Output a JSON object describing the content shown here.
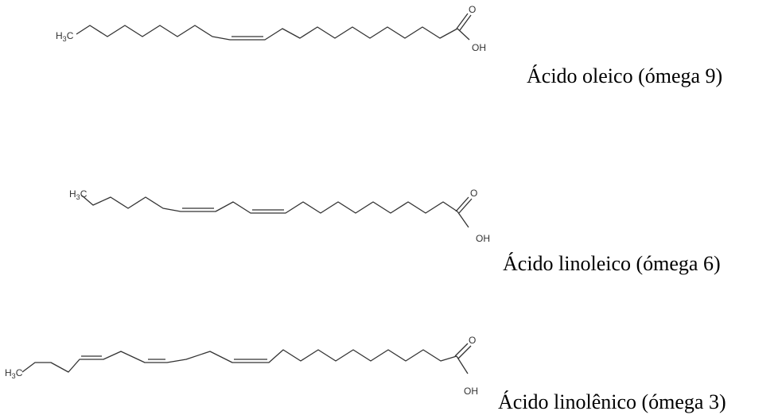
{
  "molecules": [
    {
      "name": "Ácido oleico (ómega 9)",
      "terminal_label": "H3C",
      "carbonyl_label": "O",
      "hydroxyl_label": "OH"
    },
    {
      "name": "Ácido linoleico (ómega 6)",
      "terminal_label": "H3C",
      "carbonyl_label": "O",
      "hydroxyl_label": "OH"
    },
    {
      "name": "Ácido linolênico (ómega 3)",
      "terminal_label": "H3C",
      "carbonyl_label": "O",
      "hydroxyl_label": "OH"
    }
  ],
  "colors": {
    "bond": "#333333",
    "text": "#000000"
  }
}
